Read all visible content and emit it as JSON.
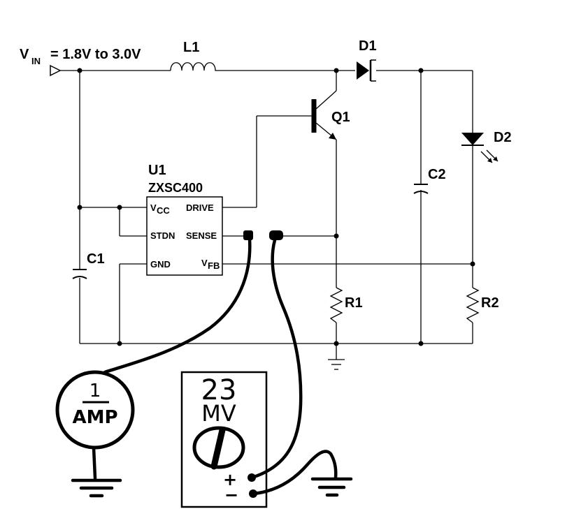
{
  "vin": {
    "label_v": "V",
    "label_sub": "IN",
    "range": "= 1.8V to 3.0V"
  },
  "components": {
    "l1": "L1",
    "d1": "D1",
    "d2": "D2",
    "q1": "Q1",
    "c1": "C1",
    "c2": "C2",
    "r1": "R1",
    "r2": "R2",
    "u1": "U1",
    "u1_part": "ZXSC400"
  },
  "pins": {
    "vcc": "V",
    "vcc_sub": "CC",
    "drive": "DRIVE",
    "stdn": "STDN",
    "sense": "SENSE",
    "gnd": "GND",
    "vfb": "V",
    "vfb_sub": "FB"
  },
  "ammeter": {
    "value": "1",
    "unit": "AMP"
  },
  "voltmeter": {
    "value": "23",
    "unit": "MV",
    "plus": "+",
    "minus": "−"
  }
}
